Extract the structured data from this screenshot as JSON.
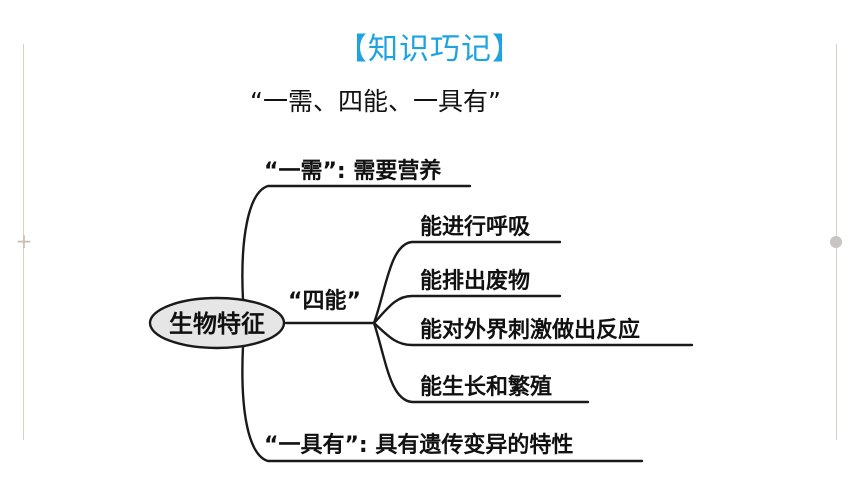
{
  "header": {
    "title": "【知识巧记】",
    "subtitle": "“一需、四能、一具有”"
  },
  "mindmap": {
    "root": "生物特征",
    "branch_need": "“一需”: 需要营养",
    "branch_four": "“四能”",
    "four_items": [
      "能进行呼吸",
      "能排出废物",
      "能对外界刺激做出反应",
      "能生长和繁殖"
    ],
    "branch_have": "“一具有”: 具有遗传变异的特性"
  },
  "colors": {
    "title": "#1fa3e0",
    "root_fill": "#e6e6e6",
    "line": "#1a1a1a"
  }
}
